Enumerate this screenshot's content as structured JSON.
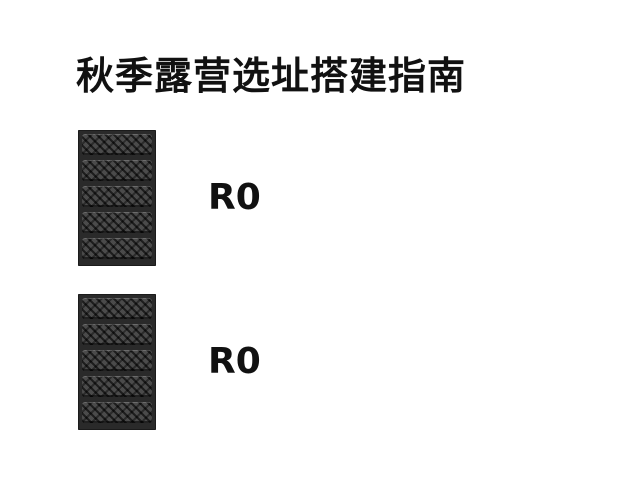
{
  "title": "秋季露营选址搭建指南",
  "items": [
    {
      "image": "dark-patterned-tile",
      "label": "R0"
    },
    {
      "image": "dark-patterned-tile",
      "label": "R0"
    }
  ]
}
